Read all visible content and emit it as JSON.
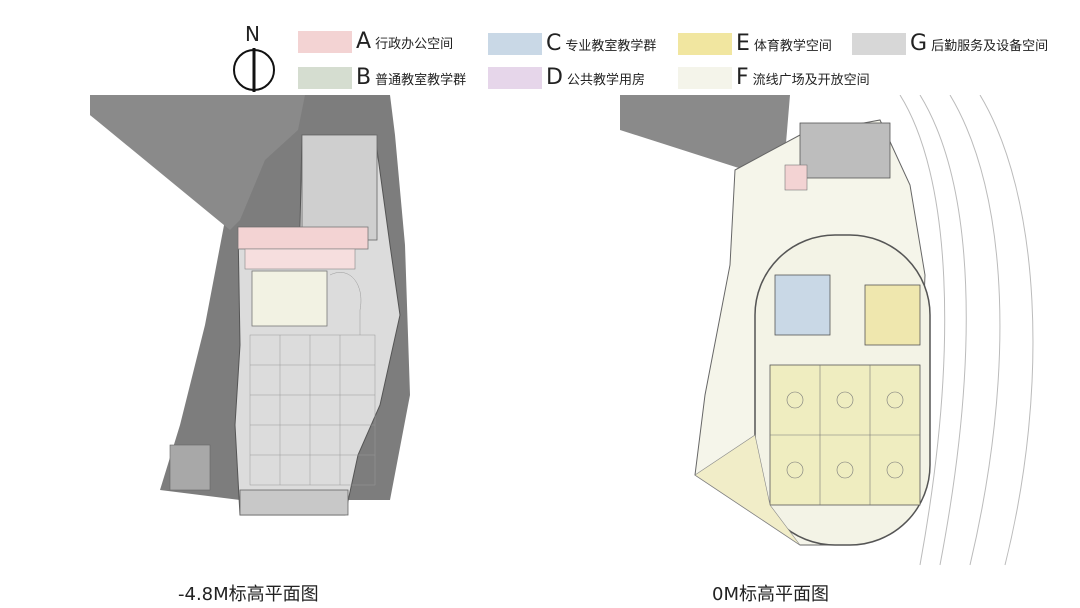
{
  "north_label": "N",
  "legend": [
    {
      "letter": "A",
      "text": "行政办公空间",
      "color": "#f3d3d3"
    },
    {
      "letter": "B",
      "text": "普通教室教学群",
      "color": "#d5ddd0"
    },
    {
      "letter": "C",
      "text": "专业教室教学群",
      "color": "#c9d8e6"
    },
    {
      "letter": "D",
      "text": "公共教学用房",
      "color": "#e6d6ea"
    },
    {
      "letter": "E",
      "text": "体育教学空间",
      "color": "#f1e6a0"
    },
    {
      "letter": "F",
      "text": "流线广场及开放空间",
      "color": "#f4f4ea"
    },
    {
      "letter": "G",
      "text": "后勤服务及设备空间",
      "color": "#d7d7d7"
    }
  ],
  "plans": [
    {
      "caption": "-4.8M标高平面图"
    },
    {
      "caption": "0M标高平面图"
    }
  ]
}
